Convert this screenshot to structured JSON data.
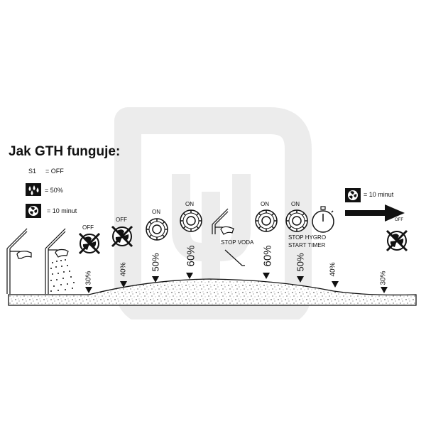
{
  "title": "Jak GTH funguje:",
  "legend": {
    "s1_symbol": "S1",
    "s1_text": "= OFF",
    "humidity_text": "= 50%",
    "timer_text": "= 10 minut",
    "right_timer_text": "= 10 minut"
  },
  "states": {
    "off_1": "OFF",
    "off_2": "OFF",
    "on_1": "ON",
    "on_2": "ON",
    "on_3": "ON",
    "on_4": "ON",
    "off_right": "OFF"
  },
  "annotations": {
    "stop_voda": "STOP VODA",
    "stop_hygro": "STOP HYGRO",
    "start_timer": "START TIMER"
  },
  "levels": [
    "30%",
    "40%",
    "50%",
    "60%",
    "60%",
    "50%",
    "40%",
    "30%"
  ],
  "colors": {
    "ink": "#111111",
    "watermark": "#ececec"
  },
  "icons": [
    "shower-head-icon",
    "fan-off-icon",
    "fan-on-icon",
    "faucet-icon",
    "stopwatch-icon",
    "arrow-right-icon",
    "humidity-icon",
    "timer-fan-icon"
  ]
}
